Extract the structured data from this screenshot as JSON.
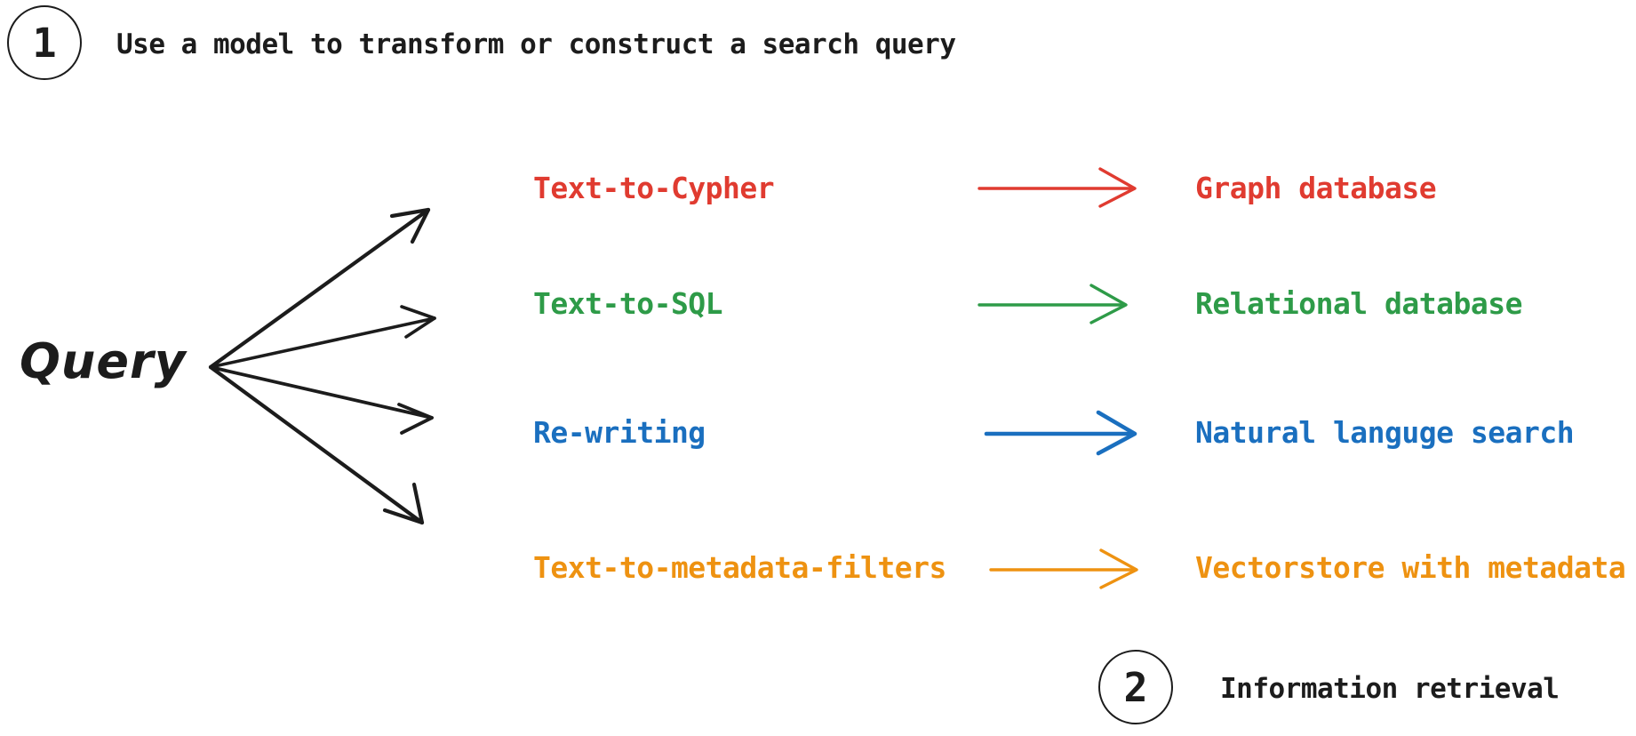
{
  "steps": [
    {
      "number": "1",
      "caption": "Use a model to transform or construct a search query"
    },
    {
      "number": "2",
      "caption": "Information retrieval"
    }
  ],
  "source": {
    "label": "Query"
  },
  "rows": [
    {
      "method": "Text-to-Cypher",
      "target": "Graph database",
      "color": "#e03b30"
    },
    {
      "method": "Text-to-SQL",
      "target": "Relational database",
      "color": "#2e9b48"
    },
    {
      "method": "Re-writing",
      "target": "Natural languge search",
      "color": "#1a6fbf"
    },
    {
      "method": "Text-to-metadata-filters",
      "target": "Vectorstore with metadata",
      "color": "#ee9211"
    }
  ],
  "colors": {
    "ink": "#1c1c1c",
    "background": "#ffffff",
    "red": "#e03b30",
    "green": "#2e9b48",
    "blue": "#1a6fbf",
    "orange": "#ee9211"
  }
}
